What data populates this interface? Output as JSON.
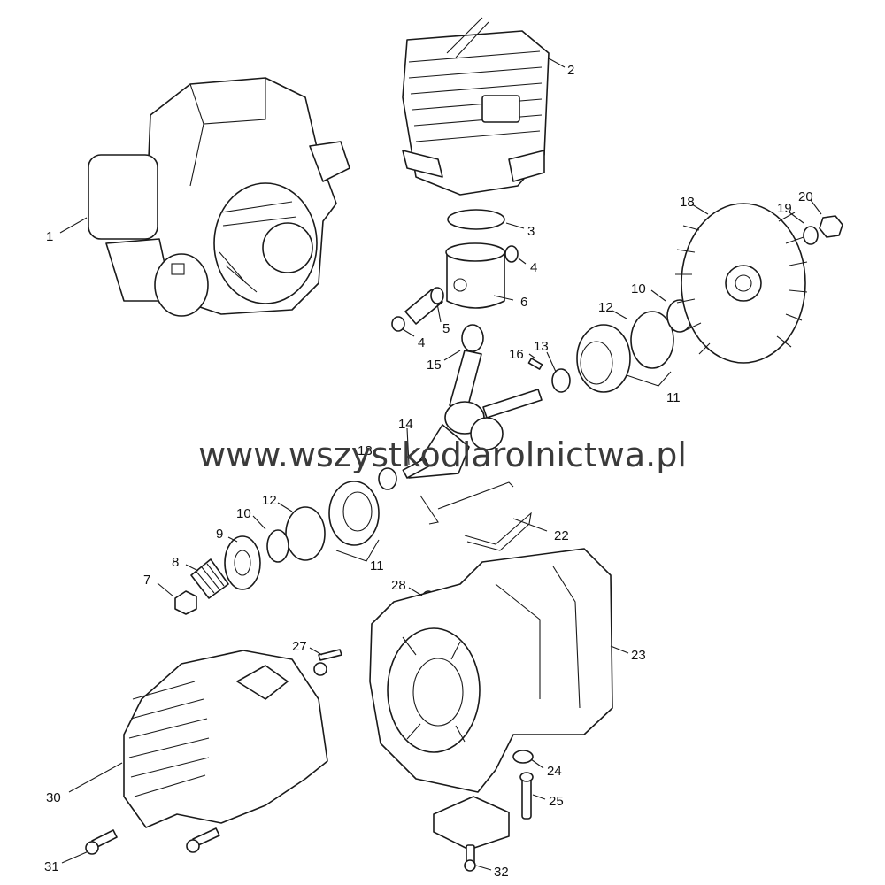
{
  "callouts": [
    "1",
    "2",
    "3",
    "4",
    "6",
    "5",
    "4",
    "15",
    "16",
    "13",
    "12",
    "10",
    "18",
    "19",
    "20",
    "11",
    "14",
    "13",
    "12",
    "10",
    "9",
    "8",
    "7",
    "11",
    "22",
    "28",
    "27",
    "23",
    "24",
    "25",
    "30",
    "31",
    "32"
  ],
  "watermark": "www.wszystkodlarolnictwa.pl",
  "colors": {
    "ink": "#1a1a1a",
    "paper": "#ffffff"
  }
}
